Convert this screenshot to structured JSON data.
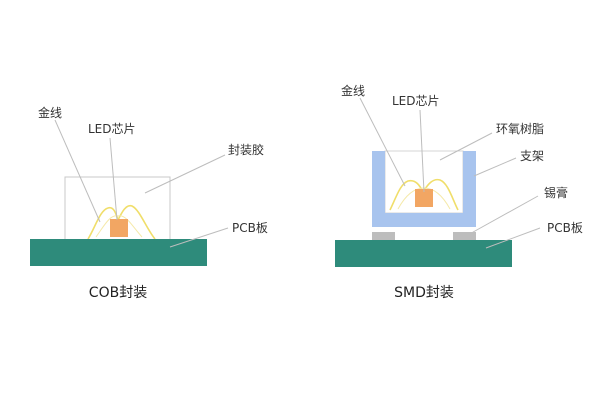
{
  "cob": {
    "labels": {
      "gold_wire": "金线",
      "led_chip": "LED芯片",
      "encapsulant": "封装胶",
      "pcb": "PCB板"
    },
    "caption": "COB封装"
  },
  "smd": {
    "labels": {
      "gold_wire": "金线",
      "led_chip": "LED芯片",
      "epoxy": "环氧树脂",
      "bracket": "支架",
      "solder_paste": "锡膏",
      "pcb": "PCB板"
    },
    "caption": "SMD封装"
  },
  "colors": {
    "pcb": "#2e8b7b",
    "chip": "#f2a663",
    "wire": "#f0de6a",
    "bracket": "#a8c4ee",
    "solder": "#bdbdbd",
    "encapsulant_border": "#c8c8c8",
    "leader": "#bdbdbd"
  }
}
